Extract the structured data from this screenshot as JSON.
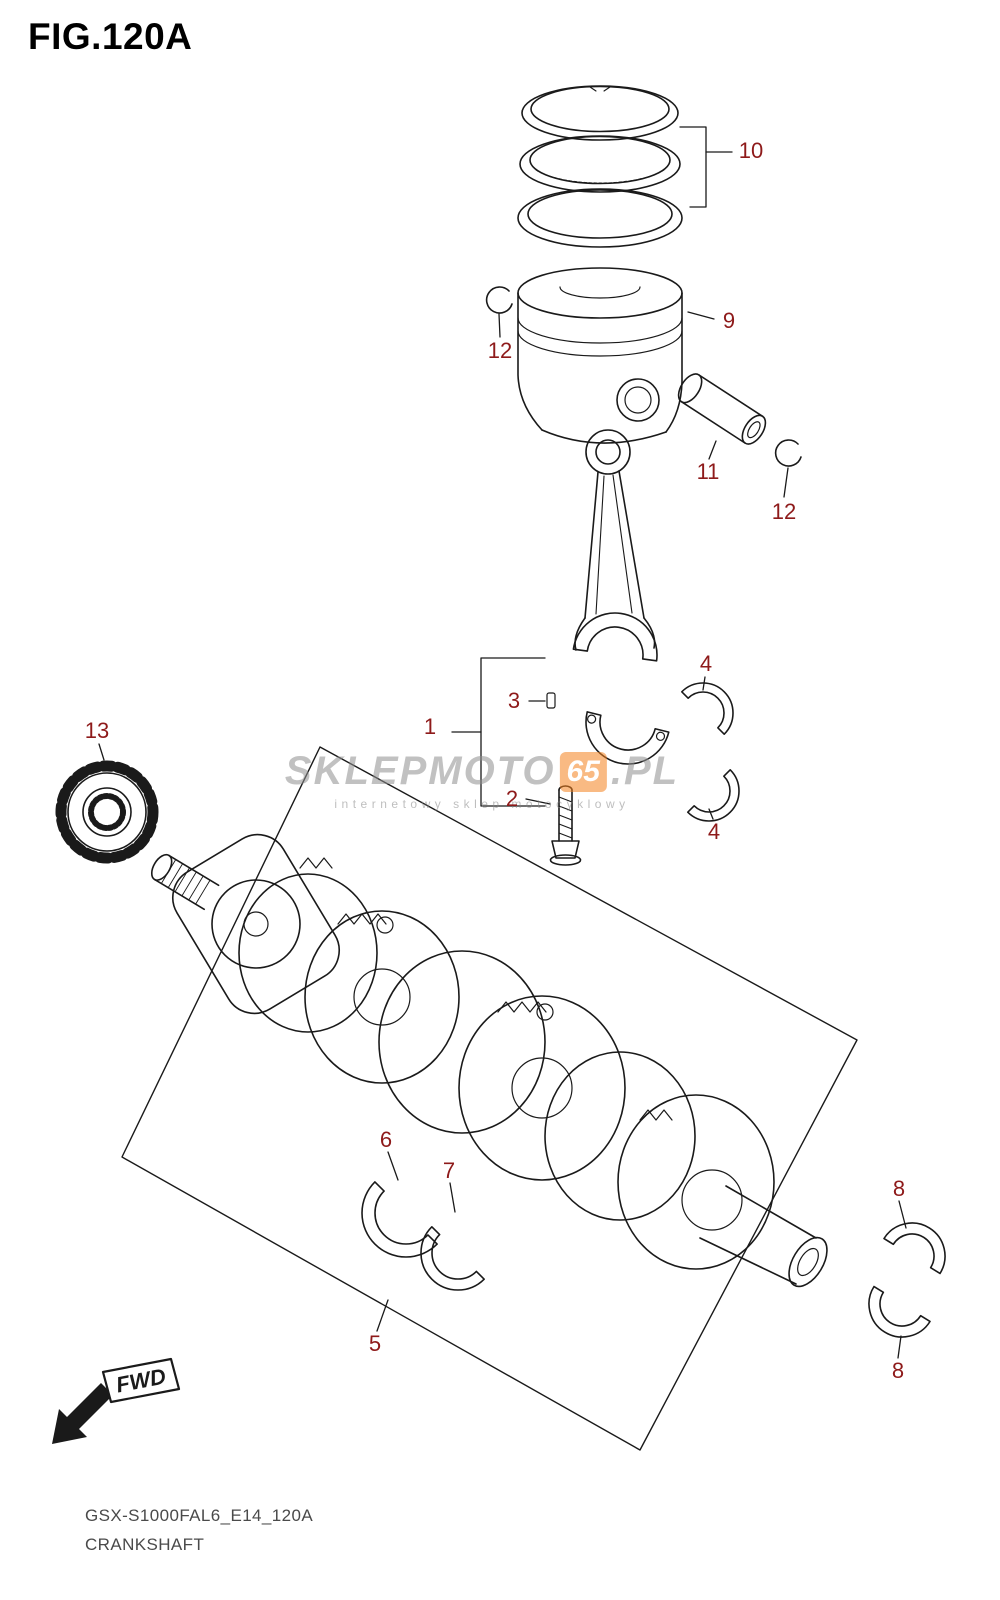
{
  "figure": {
    "title": "FIG.120A"
  },
  "footer": {
    "code": "GSX-S1000FAL6_E14_120A",
    "title": "CRANKSHAFT"
  },
  "fwd_label": "FWD",
  "watermark": {
    "part1": "SKLEPMOTO",
    "part2": "65",
    "part3": ".PL",
    "tagline": "internetowy sklep motocyklowy"
  },
  "colors": {
    "callout": "#8e1a1a",
    "line": "#1a1a1a",
    "watermark_accent": "#f5821f"
  },
  "callouts": [
    {
      "label": "1"
    },
    {
      "label": "2"
    },
    {
      "label": "3"
    },
    {
      "label": "4"
    },
    {
      "label": "4"
    },
    {
      "label": "5"
    },
    {
      "label": "6"
    },
    {
      "label": "7"
    },
    {
      "label": "8"
    },
    {
      "label": "8"
    },
    {
      "label": "9"
    },
    {
      "label": "10"
    },
    {
      "label": "11"
    },
    {
      "label": "12"
    },
    {
      "label": "12"
    },
    {
      "label": "13"
    }
  ]
}
